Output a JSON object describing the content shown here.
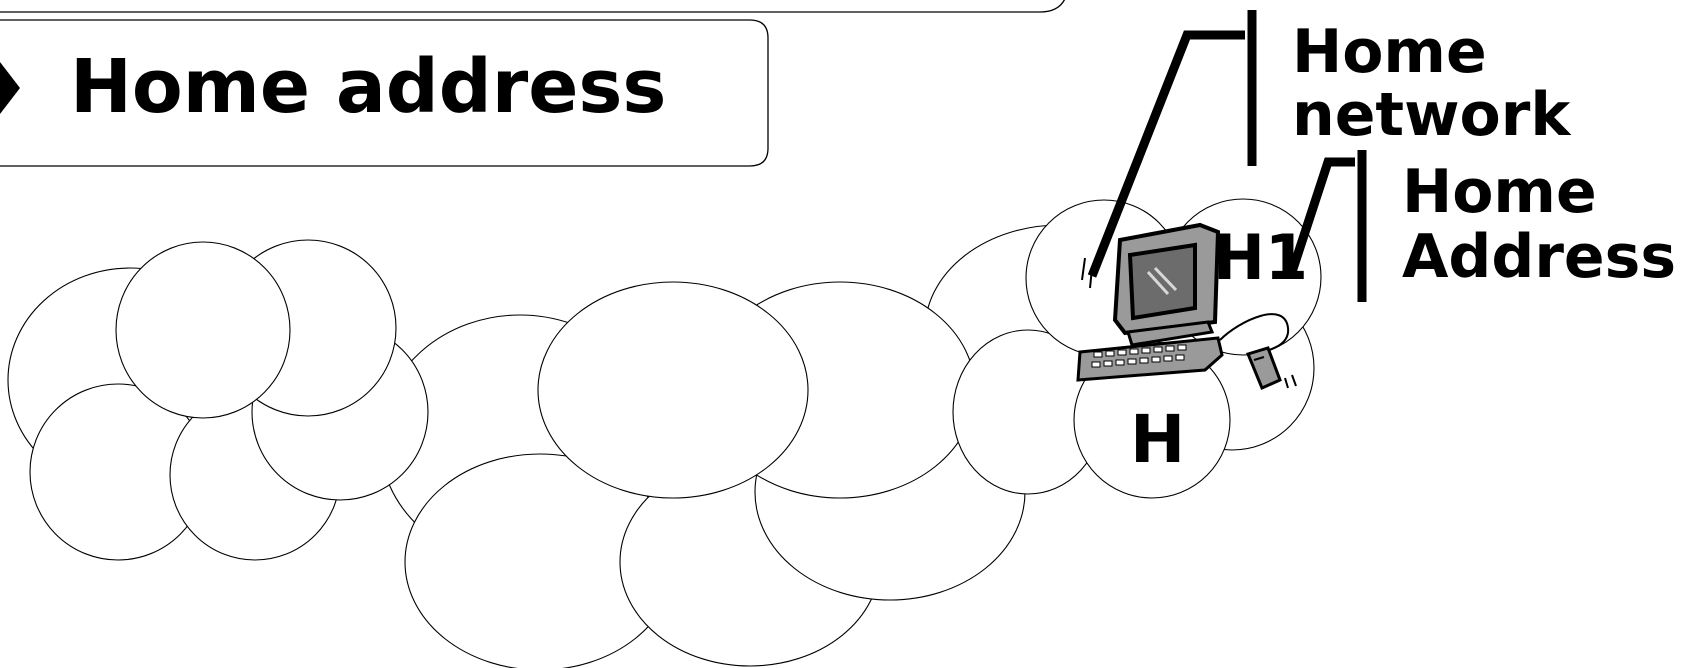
{
  "slide": {
    "bullet_text": "Home address"
  },
  "diagram": {
    "labels": {
      "home_network": [
        "Home",
        "network"
      ],
      "home_address": [
        "Home",
        "Address"
      ],
      "h1": "H1",
      "h": "H"
    },
    "icons": {
      "bullet": "arrowhead-bullet-icon",
      "computer": "desktop-computer-icon"
    },
    "colors": {
      "ink": "#000000",
      "background": "#ffffff",
      "computer_gray": "#9a9a9a"
    }
  }
}
